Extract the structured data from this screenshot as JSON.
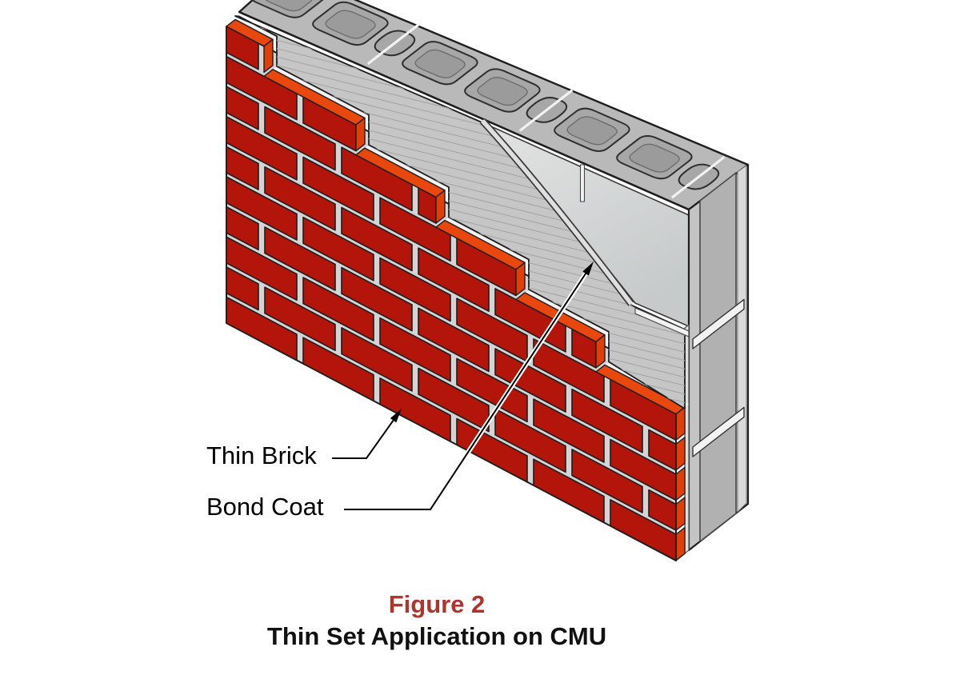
{
  "figure": {
    "number": "Figure 2",
    "title": "Thin Set Application on CMU"
  },
  "annotations": {
    "thin_brick": "Thin Brick",
    "bond_coat": "Bond Coat"
  },
  "palette": {
    "brick_face": "#B3150A",
    "brick_top": "#E8470E",
    "brick_end": "#E03F08",
    "mortar": "#D4D4D4",
    "outline": "#1E1E1E",
    "bond_coat": "#C6C6C6",
    "bond_hatch": "#A9A9A9",
    "bond_edge": "#DFDFDF",
    "cmu_top": "#B9B9B9",
    "cmu_cell": "#A7A7A7",
    "cmu_cell_inner": "#9B9B9B",
    "cmu_face_light": "#E2E4E4",
    "cmu_face_dark": "#C7CACA",
    "cmu_end": "#C4C4C4",
    "cmu_end_recess": "#B1B1B1",
    "cmu_end_highlight": "#DADADA",
    "joint_white": "#F2F2F2",
    "leader_line": "#000000",
    "figure_red": "#B0342B"
  }
}
